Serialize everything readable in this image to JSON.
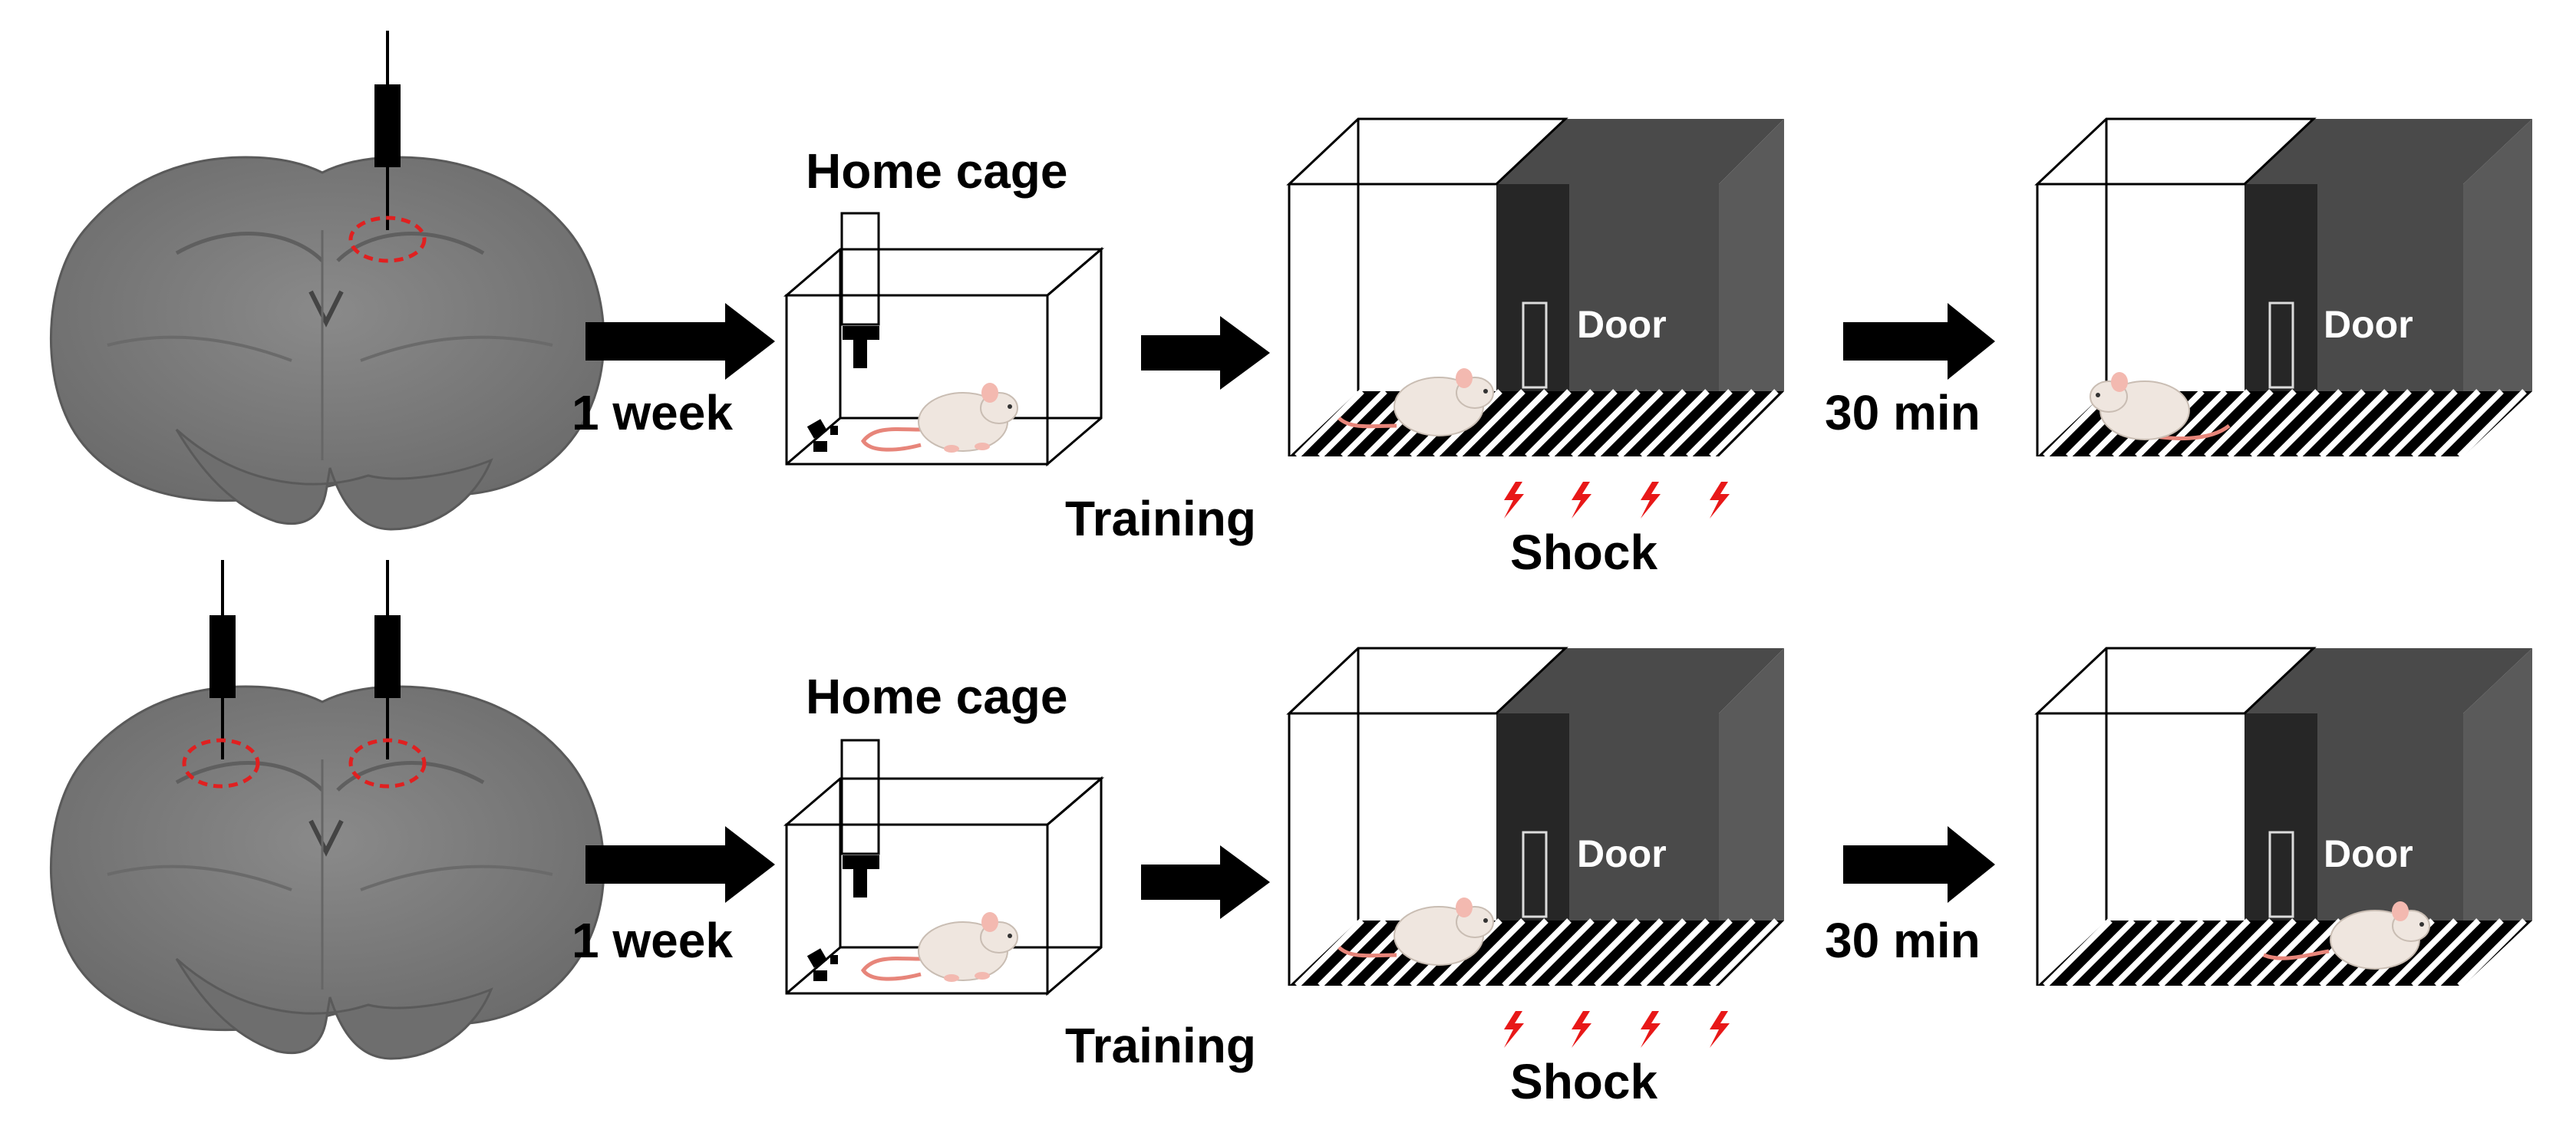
{
  "rows": [
    {
      "id": "unilateral",
      "implants": 1,
      "delay1": "1 week",
      "home_cage_label": "Home cage",
      "training_label": "Training",
      "door_label": "Door",
      "shock_label": "Shock",
      "delay2": "30 min",
      "test_mouse_side": "light"
    },
    {
      "id": "bilateral",
      "implants": 2,
      "delay1": "1 week",
      "home_cage_label": "Home cage",
      "training_label": "Training",
      "door_label": "Door",
      "shock_label": "Shock",
      "delay2": "30 min",
      "test_mouse_side": "dark"
    }
  ],
  "colors": {
    "brain": "#7b7b7b",
    "dark_compartment": "#4a4a4a",
    "target_region": "#e02020",
    "shock_bolt": "#e81818",
    "mouse_body": "#efe6df",
    "mouse_tail": "#e7857a"
  }
}
